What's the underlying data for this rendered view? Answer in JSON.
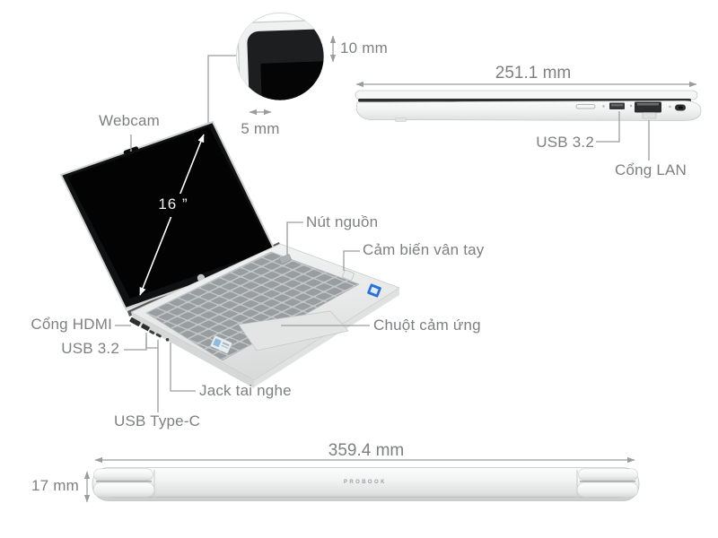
{
  "detail_inset": {
    "bezel_height_label": "10 mm",
    "bezel_width_label": "5 mm"
  },
  "open_view": {
    "webcam_label": "Webcam",
    "screen_size_label": "16 ”",
    "power_button_label": "Nút nguồn",
    "fingerprint_label": "Cảm biến vân tay",
    "touchpad_label": "Chuột cảm ứng",
    "hdmi_label": "Cổng HDMI",
    "usb_label": "USB 3.2",
    "headphone_label": "Jack tai nghe",
    "usbc_label": "USB Type-C"
  },
  "side_view": {
    "depth_label": "251.1 mm",
    "usb_label": "USB 3.2",
    "lan_label": "Cổng LAN"
  },
  "front_view": {
    "width_label": "359.4 mm",
    "height_label": "17 mm",
    "brand_label": "PROBOOK"
  },
  "colors": {
    "label_text": "#7d7f80",
    "line_gray": "#9a9c9d",
    "screen_black": "#0e0f10",
    "body_silver": "#eceded",
    "key_gray": "#989da0",
    "intel_badge_blue": "#2a71d8"
  }
}
